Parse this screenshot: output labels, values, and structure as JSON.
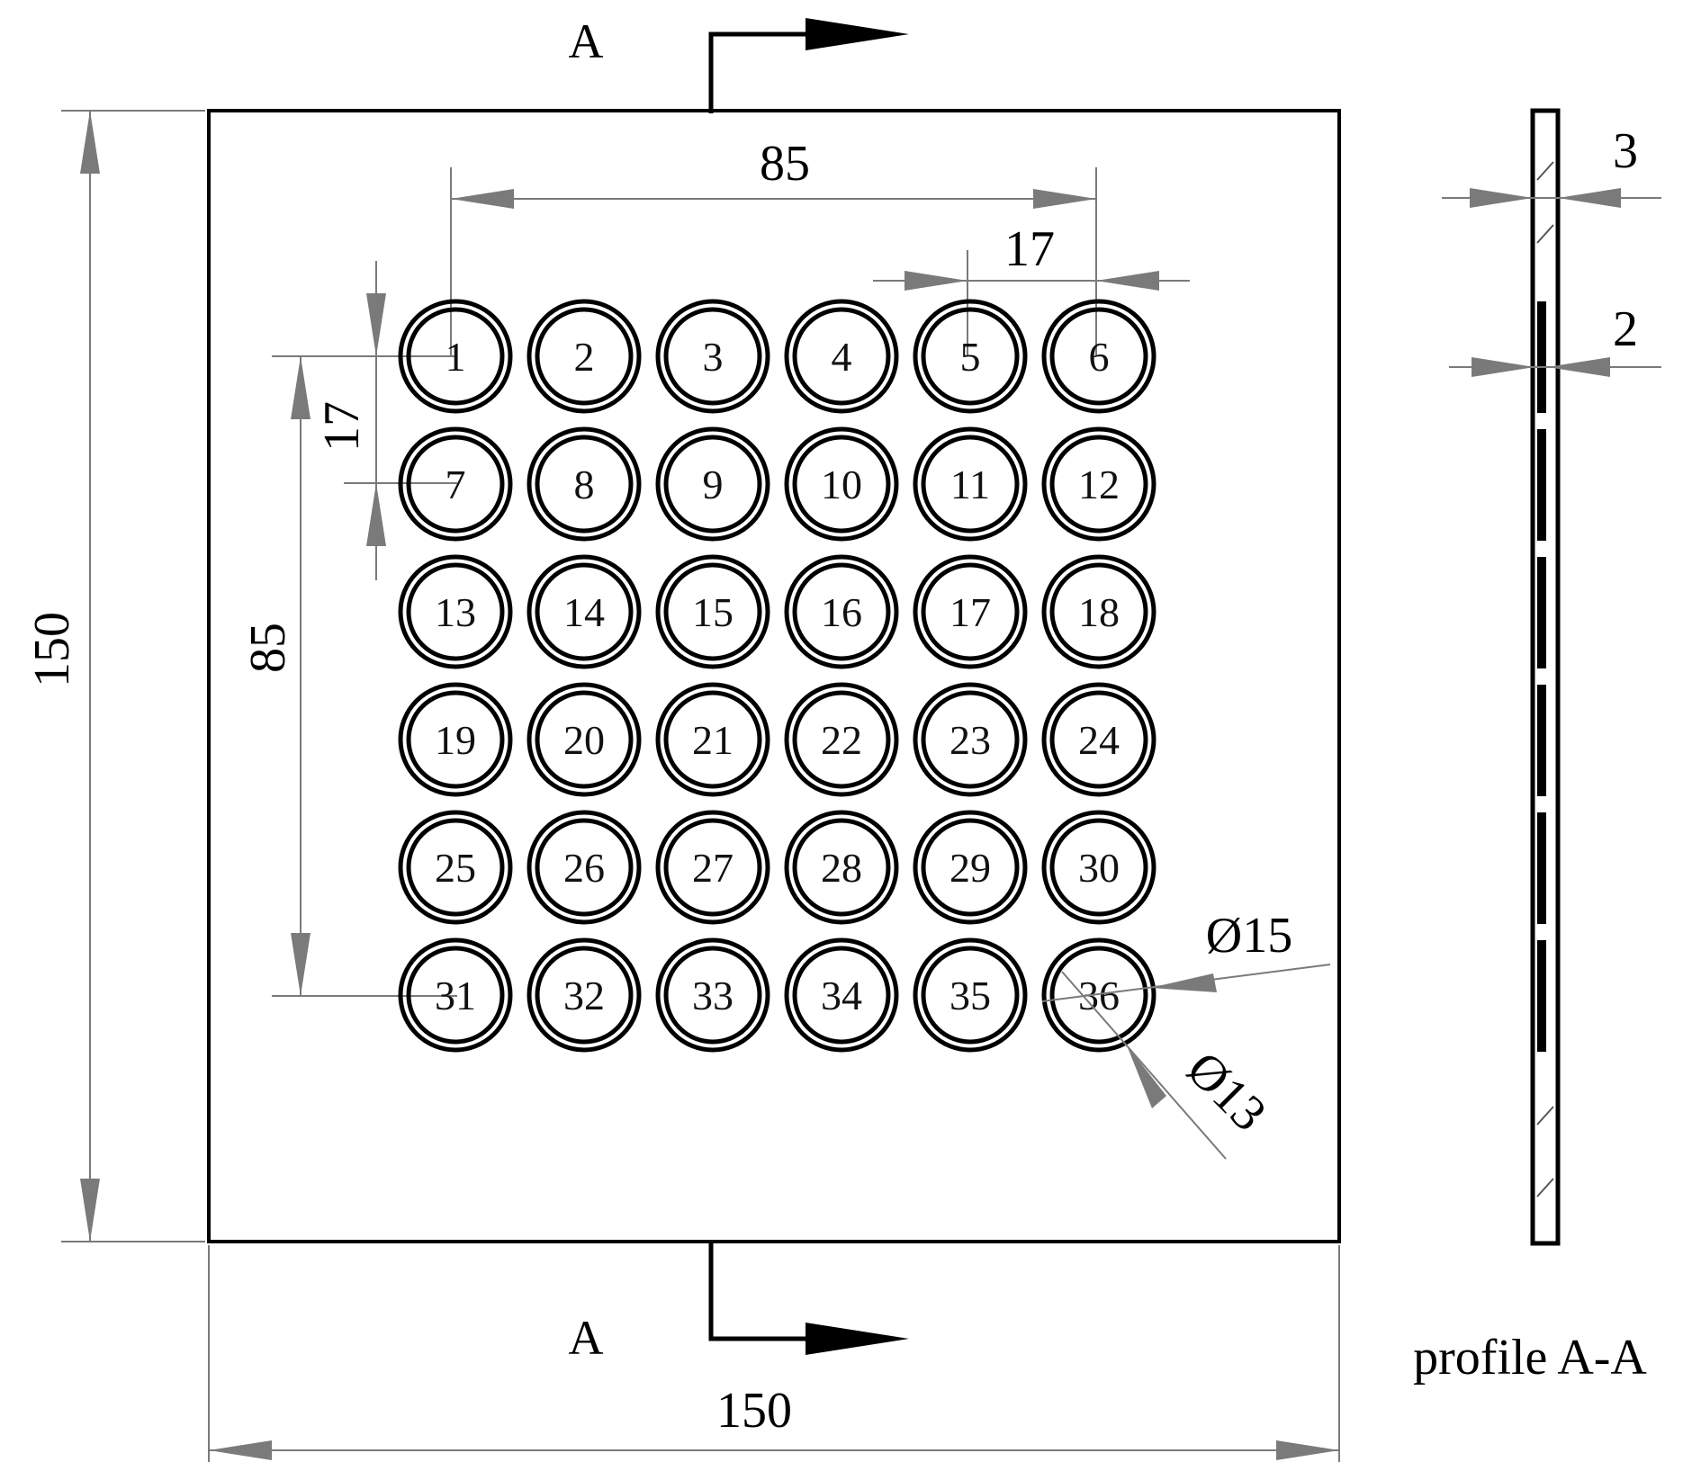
{
  "plate": {
    "width_dim": "150",
    "height_dim": "150"
  },
  "holes": {
    "rows": 6,
    "cols": 6,
    "numbers": [
      "1",
      "2",
      "3",
      "4",
      "5",
      "6",
      "7",
      "8",
      "9",
      "10",
      "11",
      "12",
      "13",
      "14",
      "15",
      "16",
      "17",
      "18",
      "19",
      "20",
      "21",
      "22",
      "23",
      "24",
      "25",
      "26",
      "27",
      "28",
      "29",
      "30",
      "31",
      "32",
      "33",
      "34",
      "35",
      "36"
    ],
    "outer_diameter": "Ø15",
    "inner_diameter": "Ø13"
  },
  "dimensions": {
    "span_horizontal": "85",
    "span_vertical": "85",
    "pitch_horizontal": "17",
    "pitch_vertical": "17"
  },
  "section": {
    "marker_top": "A",
    "marker_bottom": "A",
    "profile_label": "profile A-A",
    "thickness_total": "3",
    "thickness_recess": "2"
  }
}
